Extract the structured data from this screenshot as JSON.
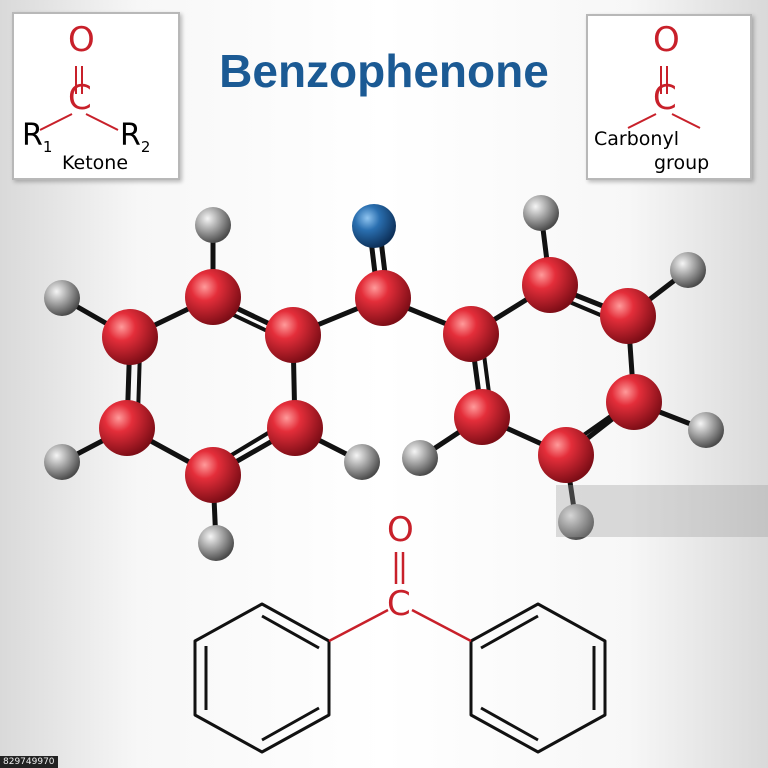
{
  "title": "Benzophenone",
  "ketone_box": {
    "o": "O",
    "c": "C",
    "r1": "R",
    "r1_sub": "1",
    "r2": "R",
    "r2_sub": "2",
    "label": "Ketone"
  },
  "carbonyl_box": {
    "o": "O",
    "c": "C",
    "label_line1": "Carbonyl",
    "label_line2": "group"
  },
  "structural_formula": {
    "o": "O",
    "c": "C"
  },
  "stock_id": "829749970",
  "colors": {
    "title": "#1b5a94",
    "carbon_atom": "#d42230",
    "hydrogen_atom": "#9a9a9a",
    "oxygen_atom": "#1e5f9e",
    "carbonyl_text": "#c8202a",
    "bond": "#111111"
  }
}
